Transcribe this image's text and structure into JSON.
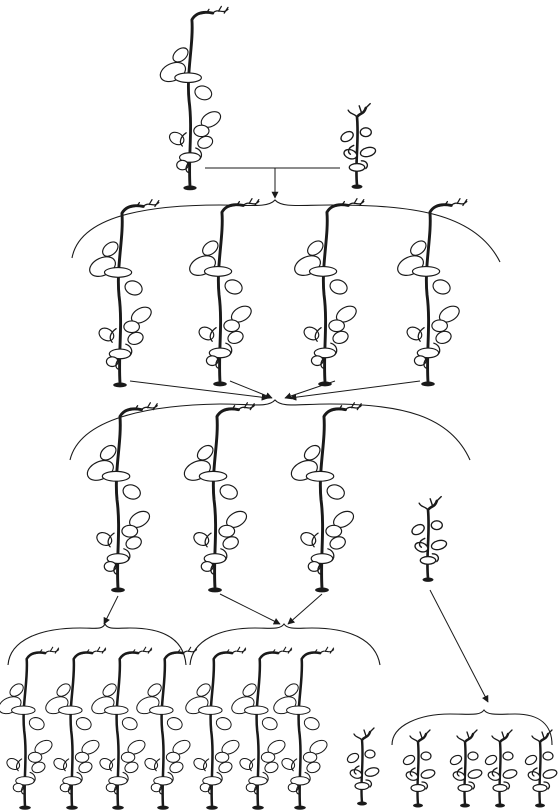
{
  "figure": {
    "generations": [
      {
        "plants": [
          "tall",
          "dwarf"
        ]
      },
      {
        "plants": [
          "tall",
          "tall",
          "tall",
          "tall"
        ]
      },
      {
        "plants": [
          "tall",
          "tall",
          "tall",
          "dwarf"
        ]
      },
      {
        "plants": [
          "tall",
          "tall",
          "tall",
          "tall",
          "tall",
          "tall",
          "tall",
          "dwarf",
          "dwarf",
          "dwarf",
          "dwarf",
          "dwarf"
        ]
      }
    ],
    "colors": {
      "ink": "#1a1a1a",
      "paper": "#ffffff"
    }
  }
}
